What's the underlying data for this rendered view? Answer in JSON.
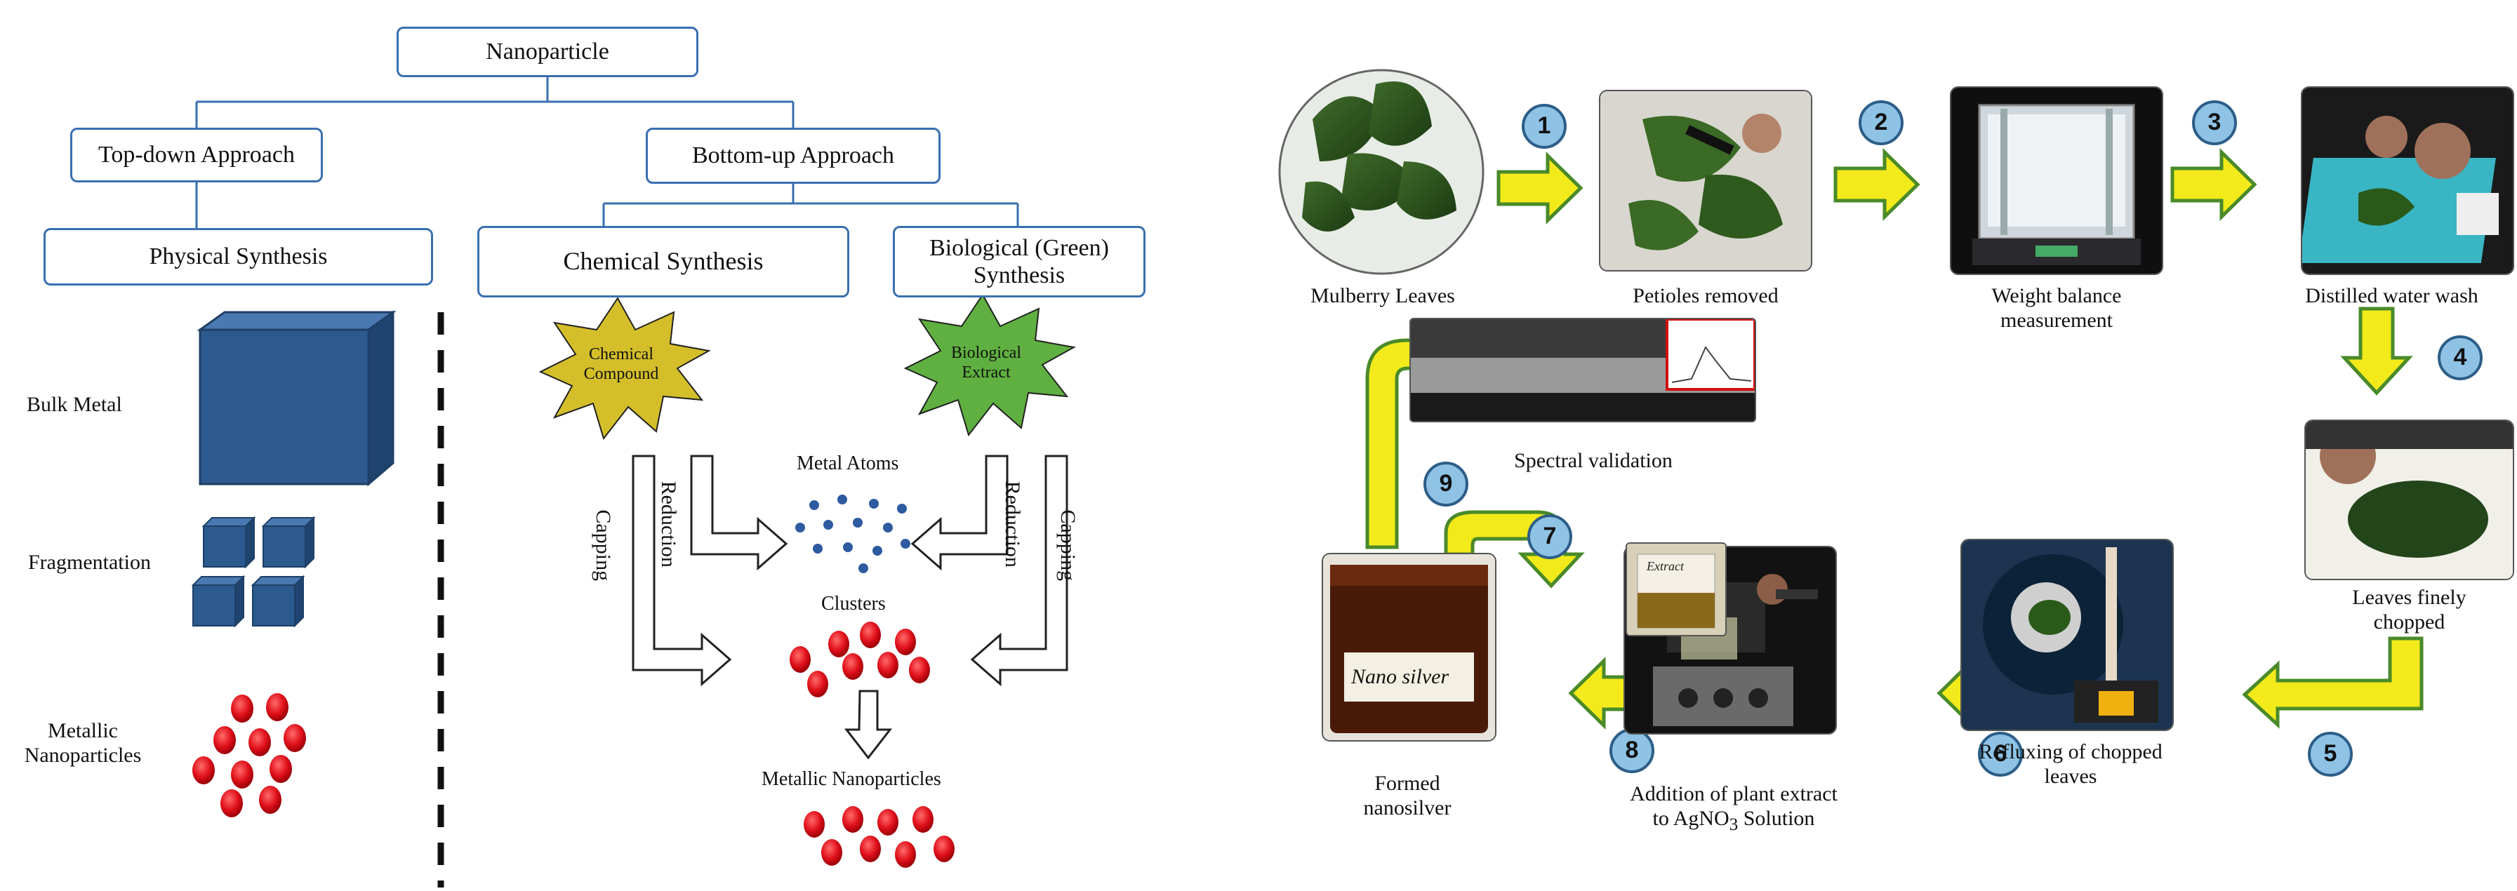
{
  "left_panel": {
    "root": "Nanoparticle",
    "top_down": "Top-down Approach",
    "bottom_up": "Bottom-up Approach",
    "physical": "Physical Synthesis",
    "chemical": "Chemical Synthesis",
    "biological_line1": "Biological (Green)",
    "biological_line2": "Synthesis",
    "bulk_metal": "Bulk Metal",
    "fragmentation": "Fragmentation",
    "metallic_np_line1": "Metallic",
    "metallic_np_line2": "Nanoparticles",
    "chem_compound_line1": "Chemical",
    "chem_compound_line2": "Compound",
    "bio_extract_line1": "Biological",
    "bio_extract_line2": "Extract",
    "metal_atoms": "Metal Atoms",
    "clusters": "Clusters",
    "metallic_nanoparticles": "Metallic Nanoparticles",
    "capping": "Capping",
    "reduction": "Reduction"
  },
  "right_panel": {
    "steps": {
      "s1": "Mulberry Leaves",
      "s2": "Petioles removed",
      "s3_line1": "Weight balance",
      "s3_line2": "measurement",
      "s4": "Distilled water wash",
      "s5_line1": "Leaves finely",
      "s5_line2": "chopped",
      "s6_line1": "Refluxing of chopped",
      "s6_line2": "leaves",
      "s7_line1": "Addition of plant extract",
      "s7_line2_pre": "to AgNO",
      "s7_line2_sub": "3",
      "s7_line2_post": " Solution",
      "s8_line1": "Formed",
      "s8_line2": "nanosilver",
      "s9": "Spectral validation"
    },
    "numbers": [
      "1",
      "2",
      "3",
      "4",
      "5",
      "6",
      "7",
      "8",
      "9"
    ],
    "jar_label": "Nano silver",
    "beaker_label": "Extract"
  },
  "colors": {
    "box_border": "#3a6fb0",
    "cube": "#2d5a8e",
    "np_red": "#e0101a",
    "atom_blue": "#2e5aa0",
    "chem_star": "#d4bf2a",
    "bio_star": "#5fb040",
    "arrow_yellow": "#f2ea1a",
    "arrow_green": "#4a8a2a",
    "badge_blue": "#8ec3e6"
  }
}
